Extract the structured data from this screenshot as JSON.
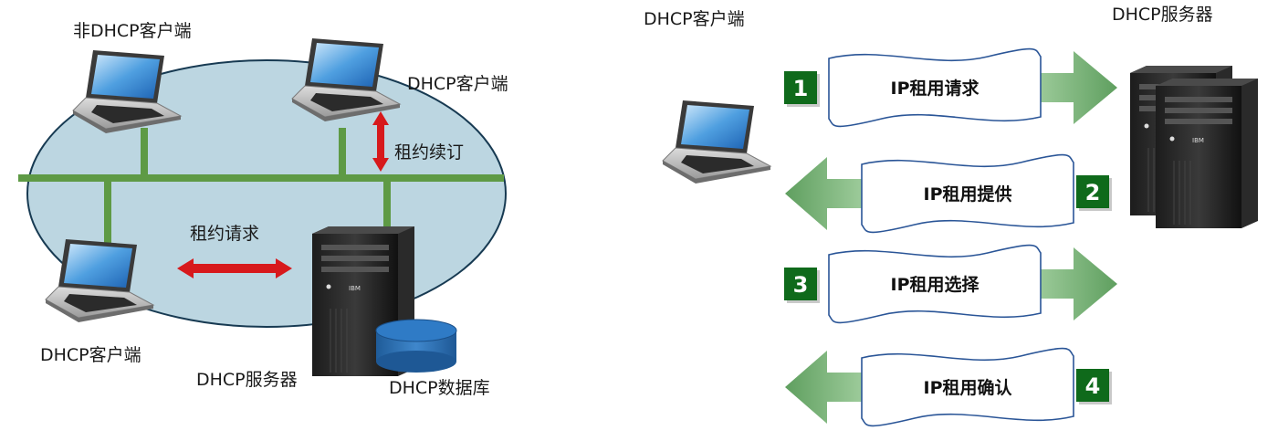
{
  "left_diagram": {
    "client_top_label": "非DHCP客户端",
    "client_right_label": "DHCP客户端",
    "renewal_label": "租约续订",
    "request_label": "租约请求",
    "client_bottom_label": "DHCP客户端",
    "server_label": "DHCP服务器",
    "db_label": "DHCP数据库"
  },
  "right_diagram": {
    "client_label": "DHCP客户端",
    "server_label": "DHCP服务器",
    "steps": [
      {
        "num": "1",
        "text": "IP租用请求",
        "direction": "to-server"
      },
      {
        "num": "2",
        "text": "IP租用提供",
        "direction": "to-client"
      },
      {
        "num": "3",
        "text": "IP租用选择",
        "direction": "to-server"
      },
      {
        "num": "4",
        "text": "IP租用确认",
        "direction": "to-client"
      }
    ]
  },
  "colors": {
    "ellipse_fill": "#bcd6e1",
    "network_line": "#5e9a45",
    "red_arrow": "#d7191c",
    "step_badge": "#0f6a1b",
    "flow_arrow": "#86b883",
    "database": "#2e6fae"
  },
  "icons": [
    "laptop-icon",
    "server-tower-icon",
    "database-icon"
  ],
  "brand_text": "IBM"
}
